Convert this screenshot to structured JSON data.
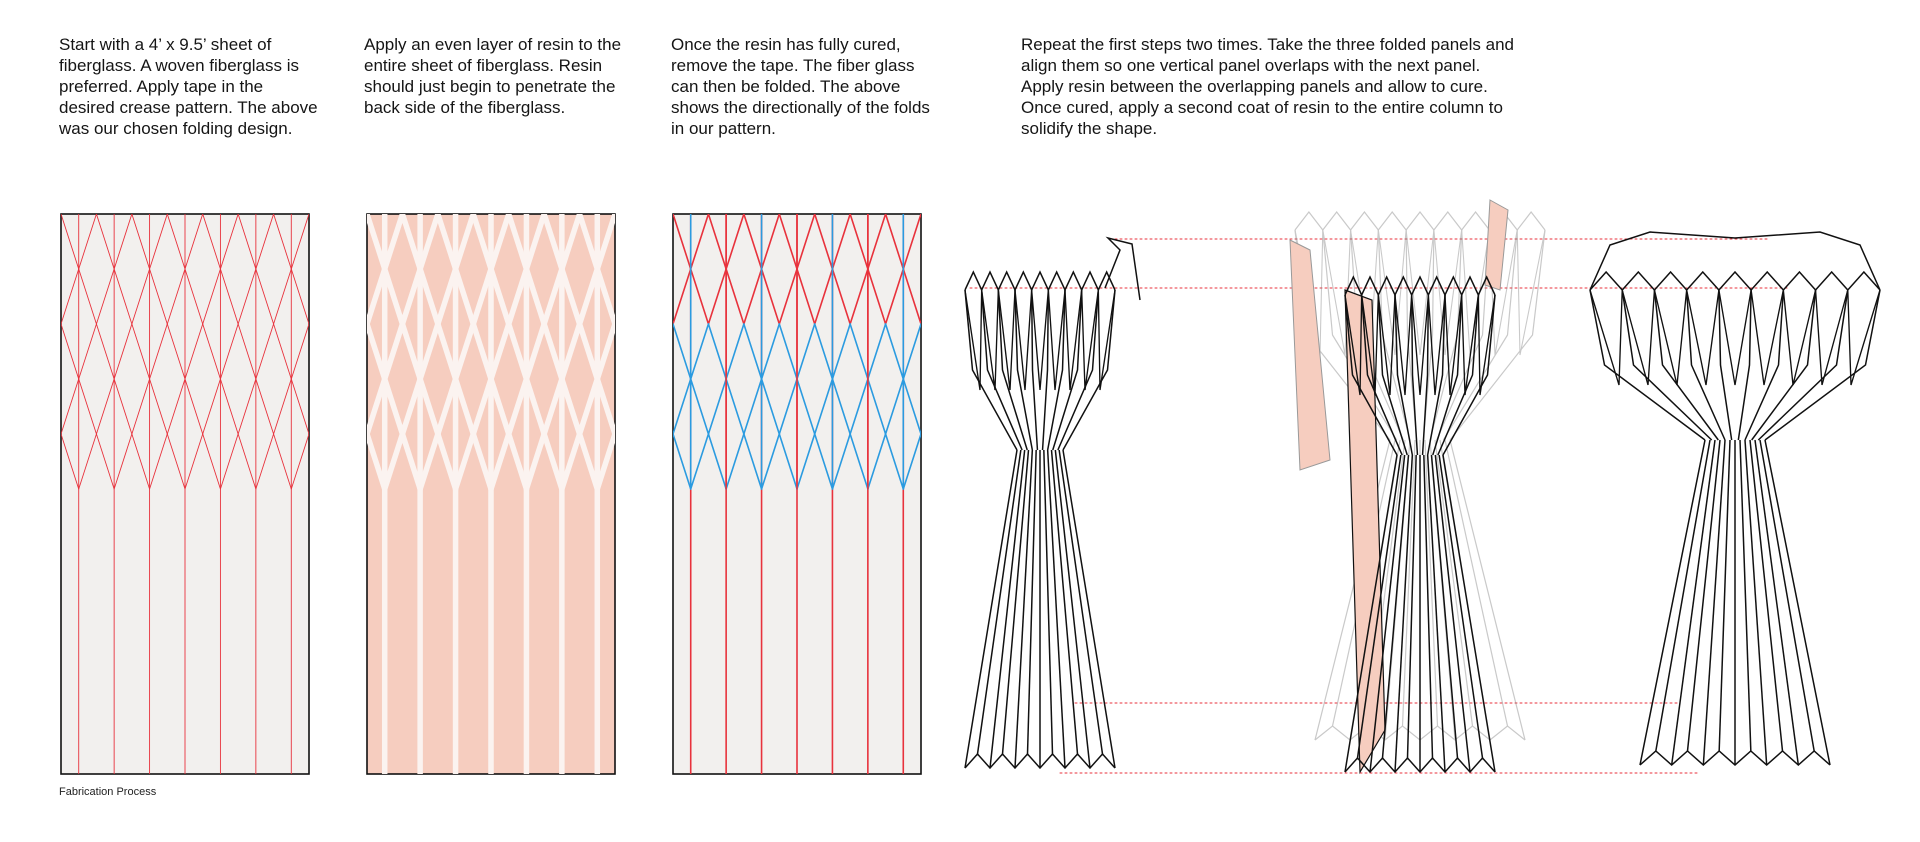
{
  "steps": [
    {
      "caption": "Start with a 4’ x 9.5’ sheet of fiberglass. A woven fiberglass is preferred. Apply tape in the desired crease pattern. The above was our chosen folding design."
    },
    {
      "caption": "Apply an even layer of resin to the entire sheet of fiberglass. Resin should just begin to penetrate the back side of the fiberglass."
    },
    {
      "caption": "Once the resin has fully cured, remove the tape. The fiber glass can then be folded. The above shows the directionally of the folds in our pattern."
    },
    {
      "caption": "Repeat the first steps two times. Take the three folded panels and align them so one vertical panel overlaps with the next panel. Apply resin between the overlapping panels and allow to cure. Once cured, apply a second coat of resin to the entire column to solidify the shape."
    }
  ],
  "footer": "Fabrication Process",
  "colors": {
    "tape_red": "#e8323c",
    "valley_blue": "#2b9be0",
    "resin_pink": "#f6cdbf",
    "sheet_bg": "#f2f0ee",
    "outline": "#111111",
    "guide_red": "#e8323c"
  }
}
